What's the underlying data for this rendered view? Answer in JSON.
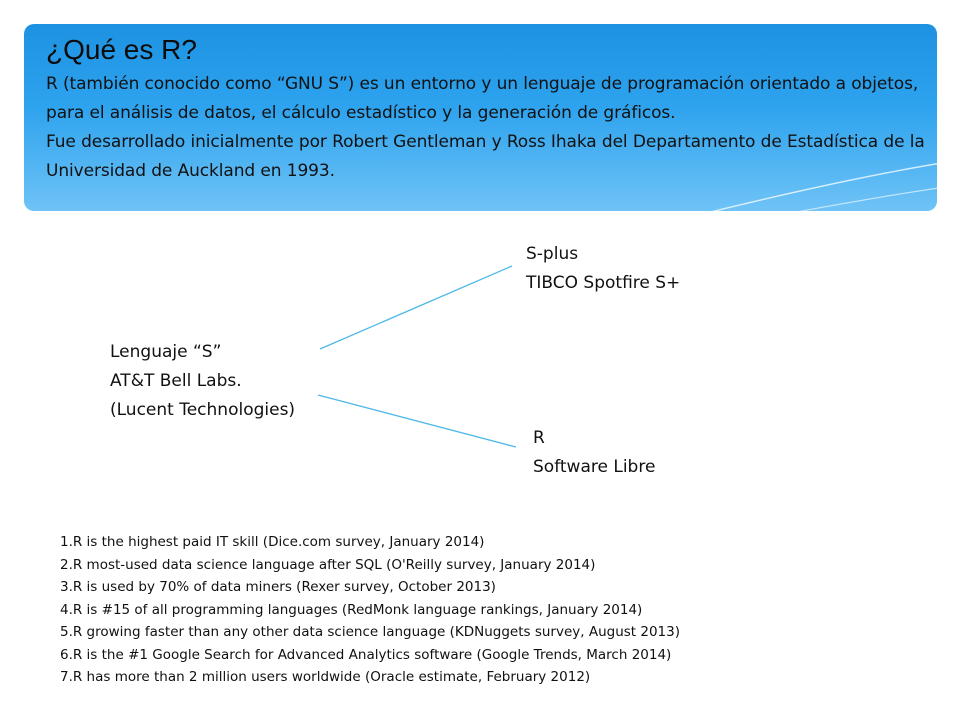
{
  "slide": {
    "title": "¿Qué es R?",
    "paragraphs": [
      "R (también conocido como “GNU S”) es un entorno y un lenguaje de programación orientado a objetos, para el análisis de datos, el cálculo estadístico y la generación de gráficos.",
      "Fue desarrollado inicialmente por Robert Gentleman y Ross Ihaka del  Departamento de Estadística de la Universidad de Auckland en 1993."
    ]
  },
  "tree": {
    "root": {
      "line1": "Lenguaje “S”",
      "line2": "AT&T Bell Labs.",
      "line3": "(Lucent Technologies)"
    },
    "branch_top": {
      "line1": "S-plus",
      "line2": "TIBCO Spotfire S+"
    },
    "branch_bottom": {
      "line1": "R",
      "line2": "Software Libre"
    },
    "connector_color": "#4fb8e8"
  },
  "facts": [
    "1.R is the highest paid IT skill (Dice.com survey, January 2014)",
    "2.R most-used data science language after SQL (O'Reilly survey, January 2014)",
    "3.R is used by 70% of data miners (Rexer survey, October 2013)",
    "4.R is #15 of all programming languages (RedMonk language rankings, January 2014)",
    "5.R growing faster than any other data science language (KDNuggets survey, August 2013)",
    "6.R is the #1 Google Search for Advanced Analytics software (Google Trends, March 2014)",
    "7.R has more than 2 million users worldwide (Oracle estimate, February 2012)"
  ],
  "colors": {
    "banner_top": "#1d92e2",
    "banner_bottom": "#6fc3f6",
    "text": "#111111"
  }
}
